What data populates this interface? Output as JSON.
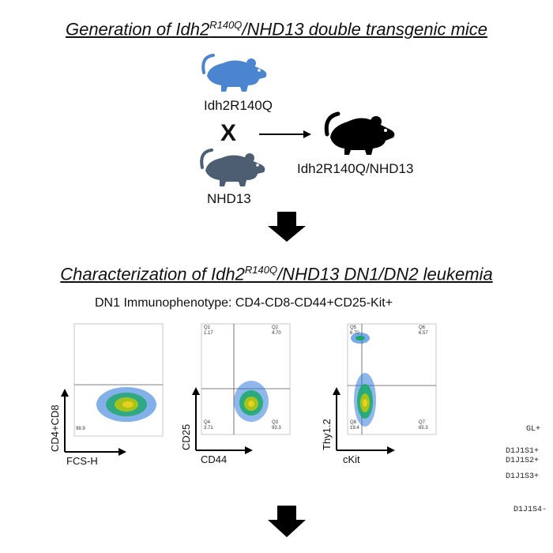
{
  "section1": {
    "title_prefix": "Generation of Idh2",
    "title_sup": "R140Q",
    "title_suffix": "/NHD13  double transgenic mice",
    "parent1": "Idh2R140Q",
    "parent2": "NHD13",
    "cross_symbol": "X",
    "offspring": "Idh2R140Q/NHD13",
    "colors": {
      "parent1": "#4b84cf",
      "parent2": "#4d5e73",
      "offspring": "#000000"
    }
  },
  "section2": {
    "title_prefix": "Characterization of Idh2",
    "title_sup": "R140Q",
    "title_suffix": "/NHD13 DN1/DN2 leukemia",
    "phenotype": "DN1 Immunophenotype: CD4-CD8-CD44+CD25-Kit+"
  },
  "plots": [
    {
      "ylabel": "CD4+CD8",
      "xlabel": "FCS-H",
      "quadrants": [
        "98.9"
      ]
    },
    {
      "ylabel": "CD25",
      "xlabel": "CD44",
      "quadrants": [
        "Q1",
        "1.17",
        "Q2",
        "4.70",
        "Q4",
        "3.71",
        "Q3",
        "93.3"
      ]
    },
    {
      "ylabel": "Thy1.2",
      "xlabel": "cKit",
      "quadrants": [
        "Q5",
        "6.70",
        "Q6",
        "6.57",
        "Q8",
        "19.4",
        "Q7",
        "65.3"
      ]
    }
  ],
  "side_labels": [
    "GL+",
    "D1J1S1+",
    "D1J1S2+",
    "D1J1S3+",
    "D1J1S4-"
  ]
}
